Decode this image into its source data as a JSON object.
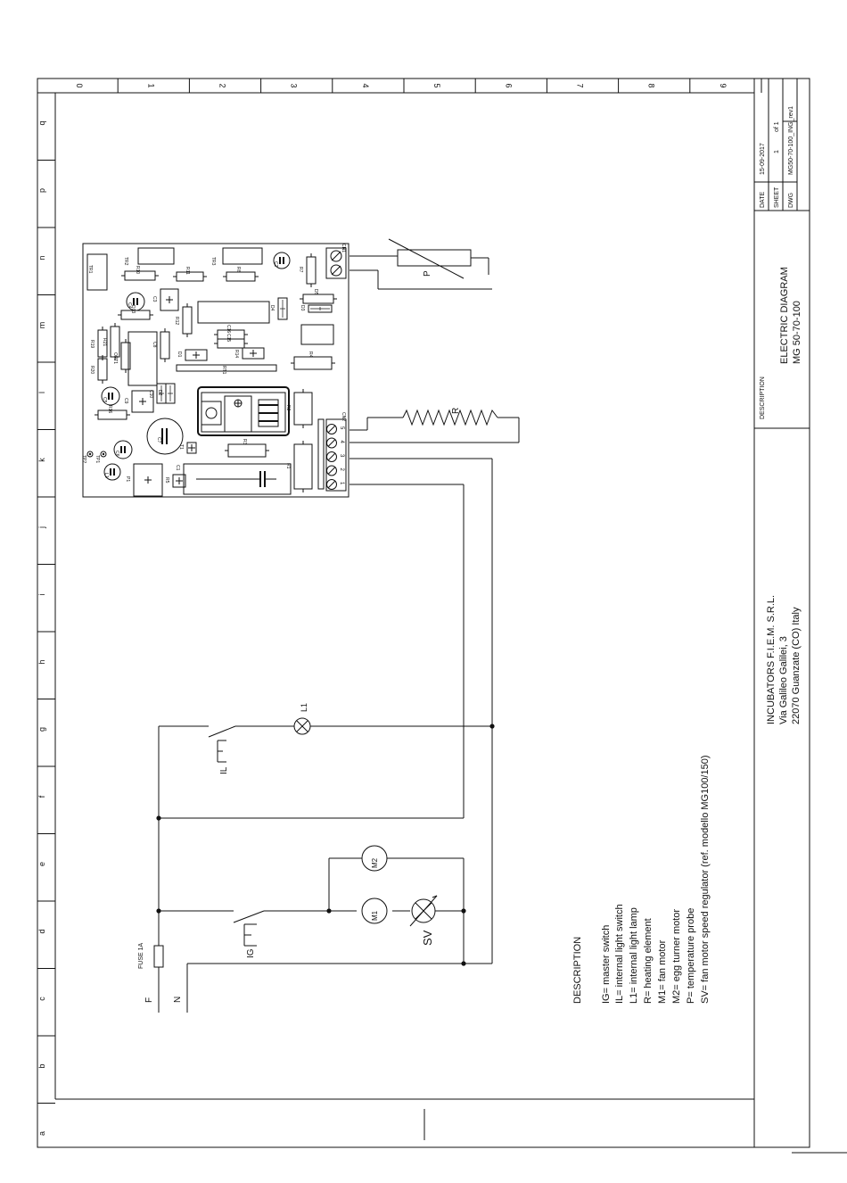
{
  "frame": {
    "columns": [
      "0",
      "1",
      "2",
      "3",
      "4",
      "5",
      "6",
      "7",
      "8",
      "9"
    ],
    "rows": [
      "q",
      "p",
      "n",
      "m",
      "l",
      "k",
      "j",
      "i",
      "h",
      "g",
      "f",
      "e",
      "d",
      "c",
      "b",
      "a"
    ]
  },
  "title_block": {
    "date_label": "DATE",
    "date_value": "15-09-2017",
    "sheet_label": "SHEET",
    "sheet_value": "1",
    "sheet_of": "of 1",
    "dwg_label": "DWG",
    "dwg_value": "MG50-70-100_ING_rev1",
    "description_label": "DESCRIPTION",
    "title_line1": "ELECTRIC DIAGRAM",
    "title_line2": "MG 50-70-100",
    "company_line1": "INCUBATORS F.I.E.M. S.R.L.",
    "company_line2": "Via Galileo Galilei, 3",
    "company_line3": "22070 Guanzate (CO) Italy"
  },
  "legend": {
    "heading": "DESCRIPTION",
    "items": [
      "IG= master switch",
      "IL= internal light switch",
      "L1= internal light lamp",
      "R= heating element",
      "M1= fan motor",
      "M2= egg turner motor",
      "P= temperature probe",
      "SV= fan motor speed regulator (ref. modello MG100/150)"
    ]
  },
  "labels": {
    "phase": "F",
    "neutral": "N",
    "fuse": "FUSE 1A",
    "master_switch": "IG",
    "light_switch": "IL",
    "lamp": "L1",
    "motor1": "M1",
    "motor2": "M2",
    "speed_reg": "SV",
    "heater": "R",
    "probe": "P",
    "cn2": "CN2",
    "cn1": "CN1",
    "cn2_pins": [
      "5",
      "4",
      "3",
      "2",
      "1"
    ]
  },
  "pcb": {
    "components": [
      "TR1",
      "TR2",
      "TR3",
      "R8",
      "R10",
      "R11",
      "C2",
      "R7",
      "D5",
      "D3",
      "D4",
      "C4",
      "C3",
      "D13",
      "R19",
      "R21",
      "R20",
      "R12",
      "C8",
      "C16",
      "C15",
      "D1",
      "R14",
      "OPT1",
      "R4",
      "C5",
      "R16",
      "C9",
      "C10",
      "D2",
      "R2",
      "TP2",
      "TP1",
      "C6",
      "C7",
      "T1",
      "R3",
      "C1",
      "L1",
      "P1",
      "R5",
      "R1",
      "RT1"
    ]
  }
}
